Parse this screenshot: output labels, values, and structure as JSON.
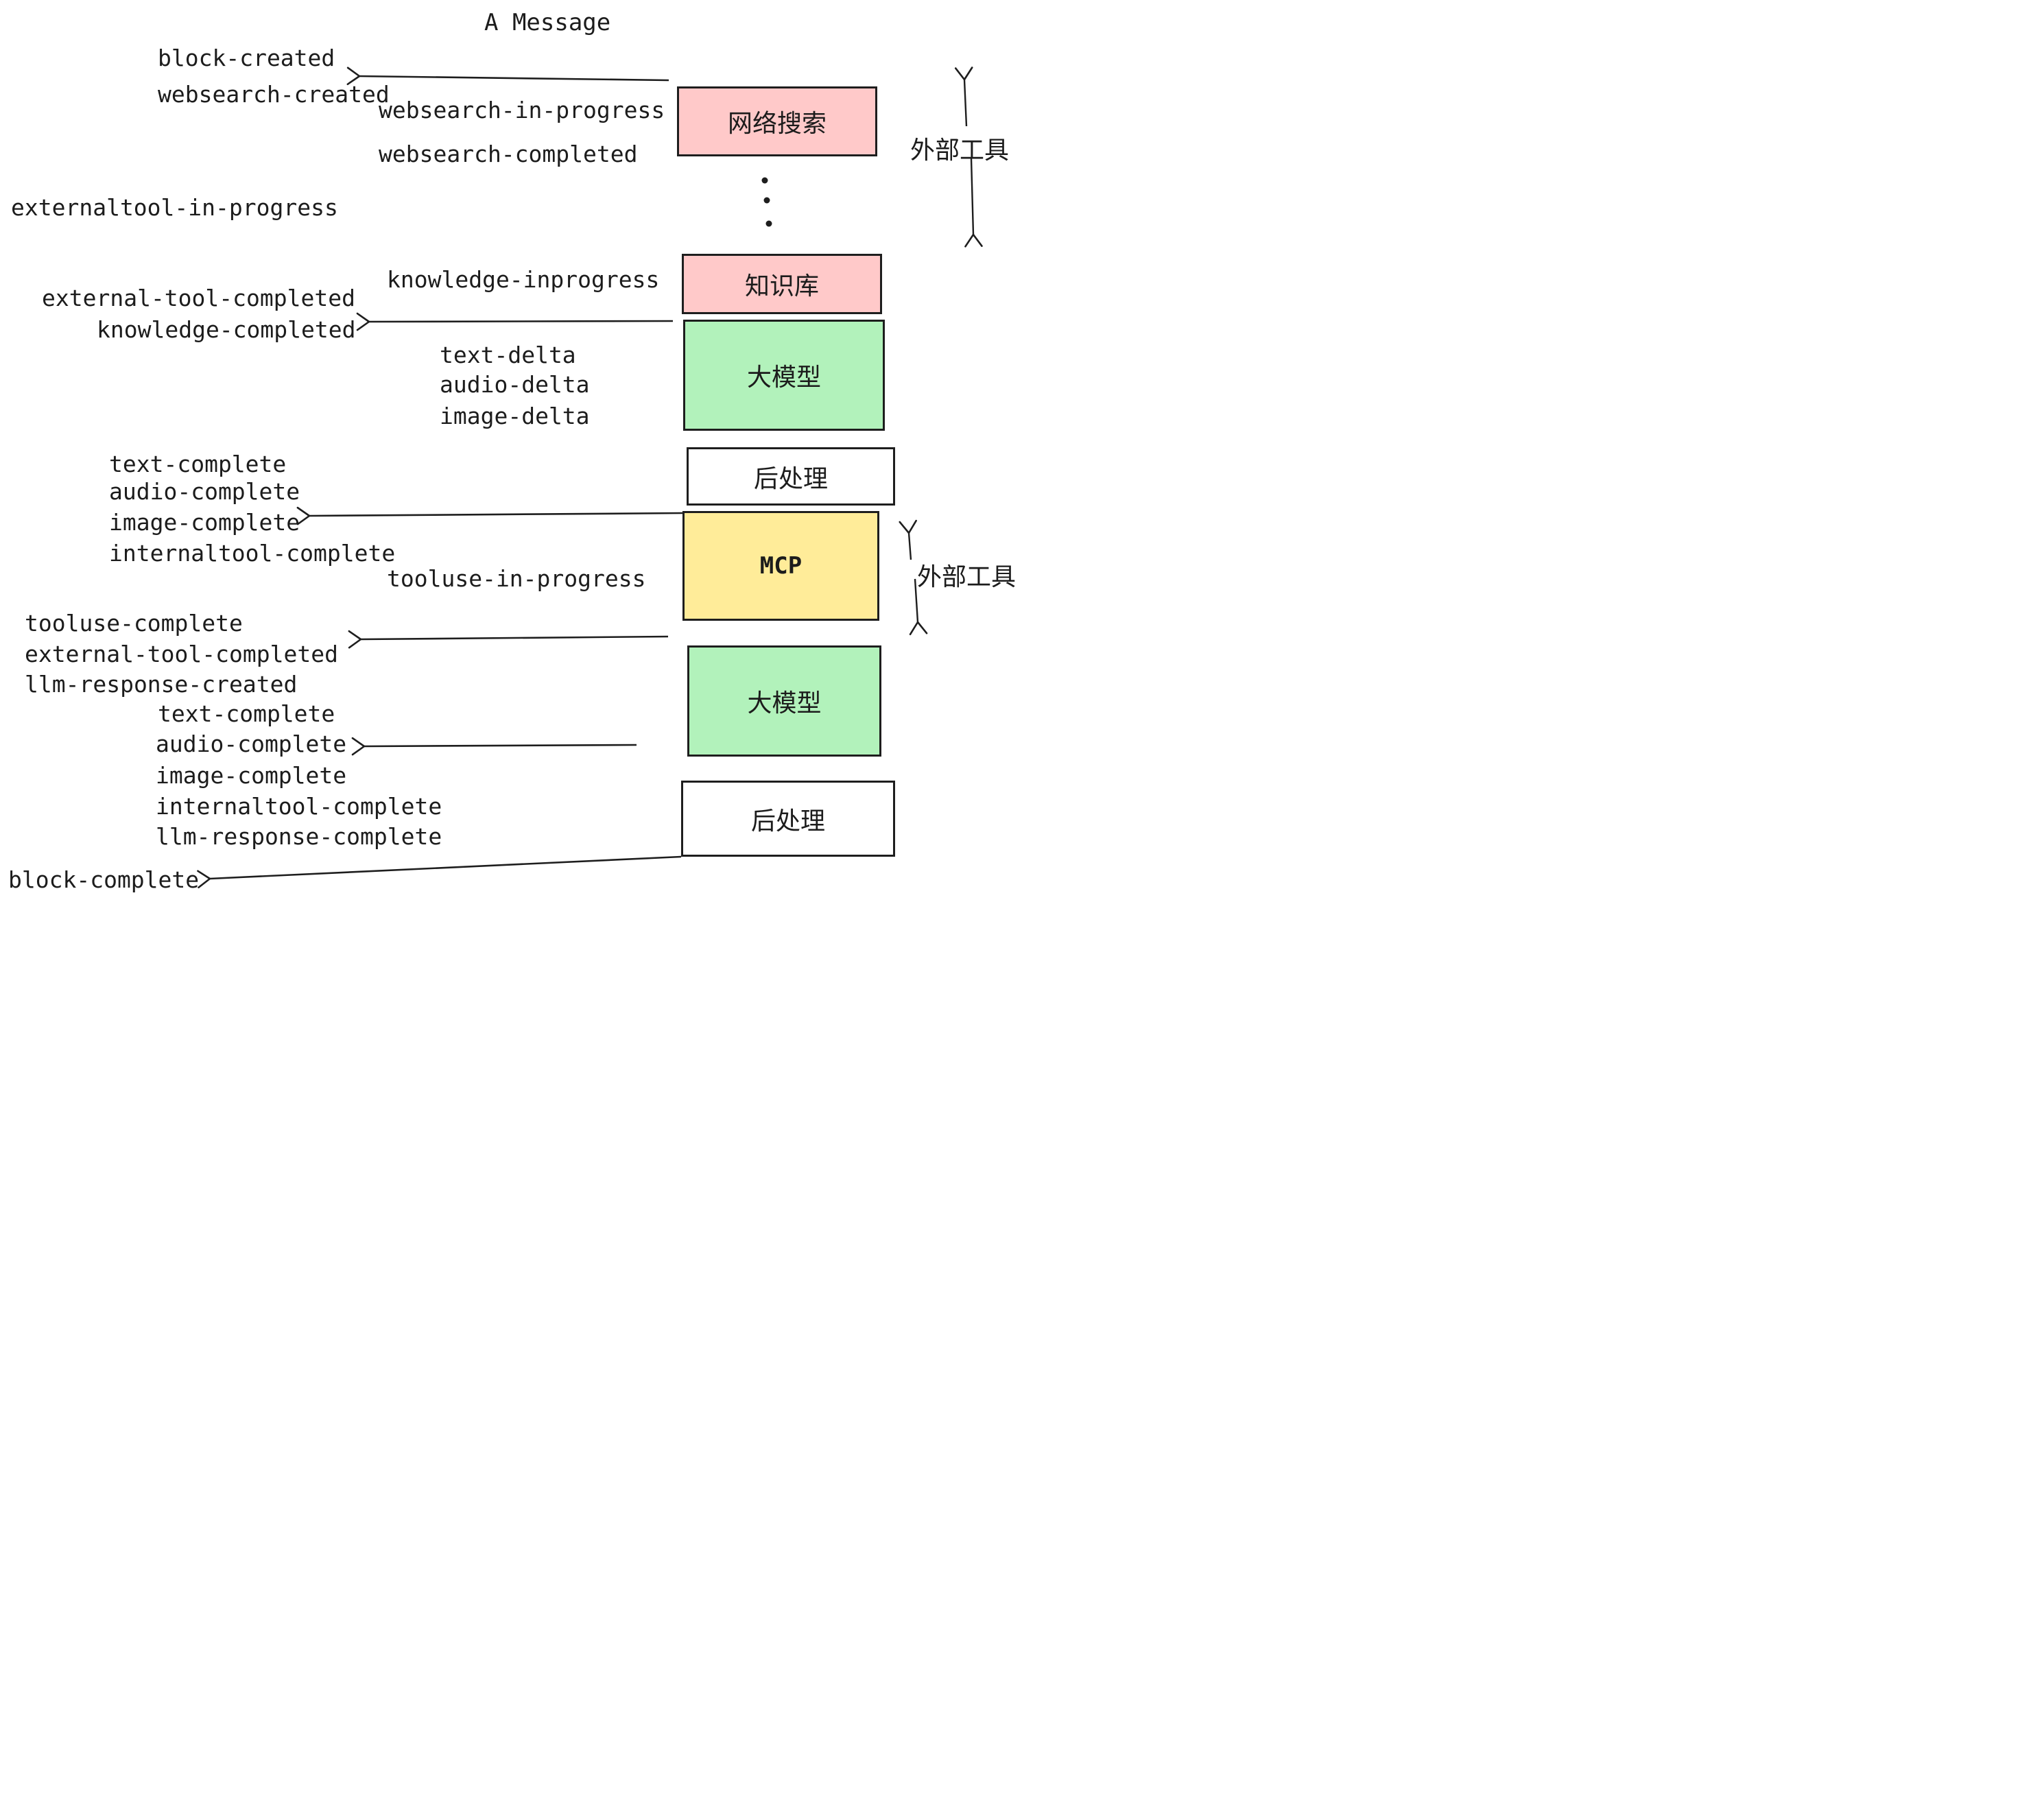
{
  "title": "A Message",
  "colors": {
    "box_pink": "#ffc9c9",
    "box_green": "#b2f2bb",
    "box_yellow": "#ffec99",
    "box_white": "#ffffff",
    "stroke": "#1e1e1e",
    "text": "#1c1c1c"
  },
  "boxes": [
    {
      "id": "websearch",
      "label": "网络搜索",
      "color": "#ffc9c9"
    },
    {
      "id": "knowledge",
      "label": "知识库",
      "color": "#ffc9c9"
    },
    {
      "id": "llm-1",
      "label": "大模型",
      "color": "#b2f2bb"
    },
    {
      "id": "post-process-1",
      "label": "后处理",
      "color": "#ffffff"
    },
    {
      "id": "mcp",
      "label": "MCP",
      "color": "#ffec99"
    },
    {
      "id": "llm-2",
      "label": "大模型",
      "color": "#b2f2bb"
    },
    {
      "id": "post-process-2",
      "label": "后处理",
      "color": "#ffffff"
    }
  ],
  "side_labels": [
    {
      "id": "external-tools-1",
      "text": "外部工具"
    },
    {
      "id": "external-tools-2",
      "text": "外部工具"
    }
  ],
  "events": [
    {
      "text": "block-created"
    },
    {
      "text": "websearch-created"
    },
    {
      "text": "websearch-in-progress"
    },
    {
      "text": "websearch-completed"
    },
    {
      "text": "externaltool-in-progress"
    },
    {
      "text": "knowledge-inprogress"
    },
    {
      "text": "external-tool-completed"
    },
    {
      "text": "knowledge-completed"
    },
    {
      "text": "text-delta"
    },
    {
      "text": "audio-delta"
    },
    {
      "text": "image-delta"
    },
    {
      "text": "text-complete"
    },
    {
      "text": "audio-complete"
    },
    {
      "text": "image-complete"
    },
    {
      "text": "internaltool-complete"
    },
    {
      "text": "tooluse-in-progress"
    },
    {
      "text": "tooluse-complete"
    },
    {
      "text": "external-tool-completed"
    },
    {
      "text": "llm-response-created"
    },
    {
      "text": "text-complete"
    },
    {
      "text": "audio-complete"
    },
    {
      "text": "image-complete"
    },
    {
      "text": "internaltool-complete"
    },
    {
      "text": "llm-response-complete"
    },
    {
      "text": "block-complete"
    }
  ]
}
